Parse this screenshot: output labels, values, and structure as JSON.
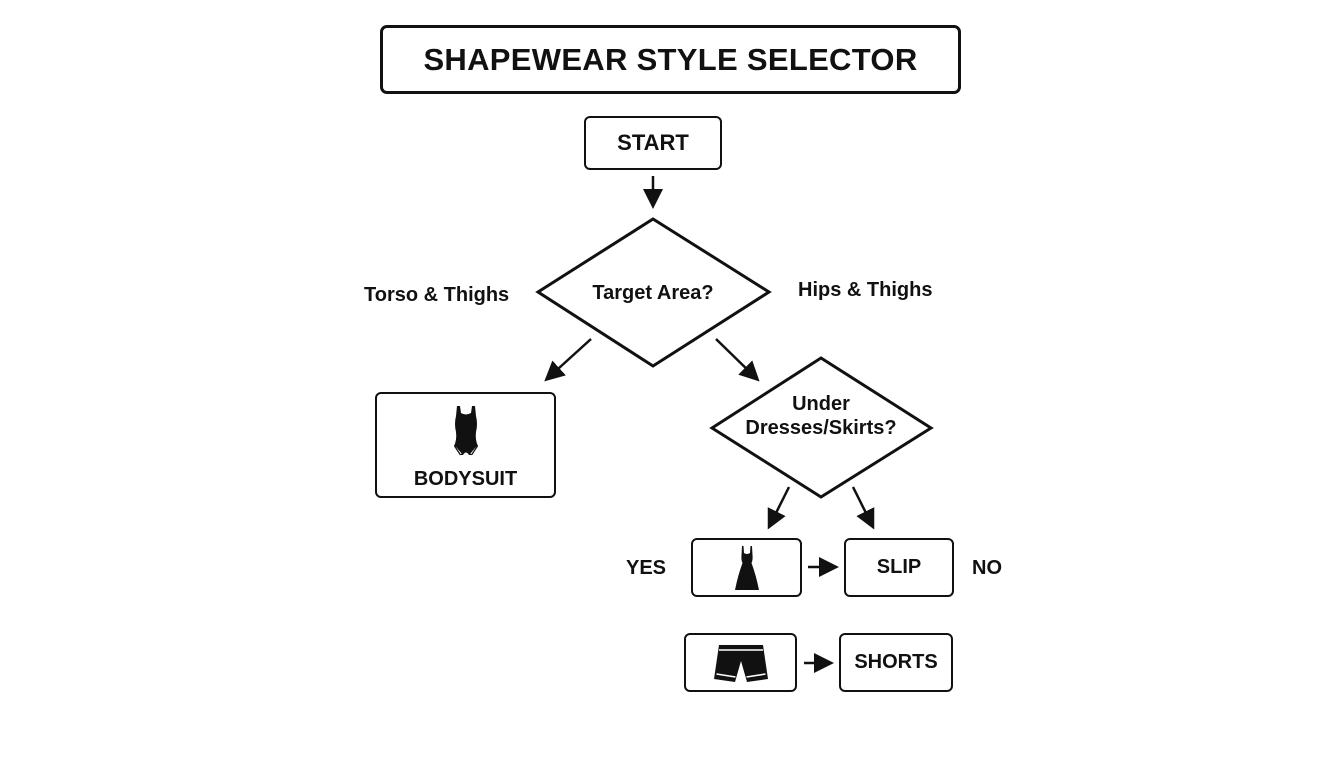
{
  "title": "SHAPEWEAR STYLE SELECTOR",
  "nodes": {
    "start": "START",
    "target_area": "Target Area?",
    "under_dresses": [
      "Under",
      "Dresses/Skirts?"
    ],
    "bodysuit": "BODYSUIT",
    "slip": "SLIP",
    "shorts": "SHORTS"
  },
  "edge_labels": {
    "torso_thighs": "Torso & Thighs",
    "hips_thighs": "Hips & Thighs",
    "yes": "YES",
    "no": "NO"
  },
  "icons": {
    "bodysuit": "bodysuit-icon",
    "dress": "dress-icon",
    "shorts": "shorts-icon"
  },
  "colors": {
    "stroke": "#111111",
    "background": "#ffffff"
  }
}
